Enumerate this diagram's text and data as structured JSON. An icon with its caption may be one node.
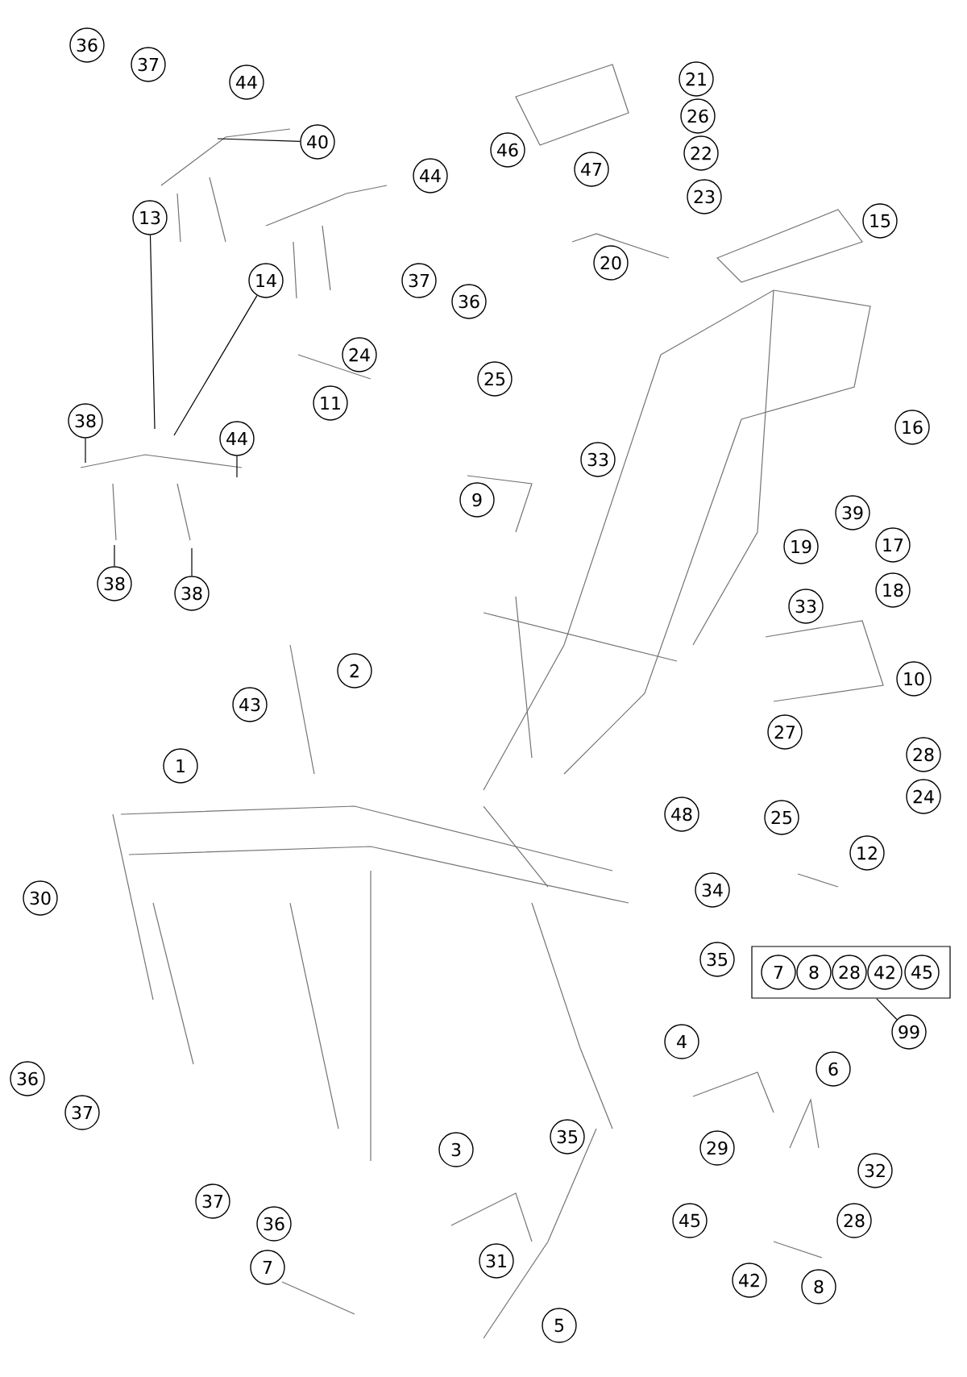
{
  "diagram": {
    "nodes": [
      {
        "text": [
          "36"
        ]
      },
      {
        "text": [
          "37"
        ]
      },
      {
        "text": [
          "44"
        ]
      },
      {
        "text": [
          "40"
        ]
      },
      {
        "text": [
          "13"
        ]
      },
      {
        "text": [
          "44"
        ]
      },
      {
        "text": [
          "14"
        ]
      },
      {
        "text": [
          "37"
        ]
      },
      {
        "text": [
          "36"
        ]
      },
      {
        "text": [
          "46"
        ]
      },
      {
        "text": [
          "47"
        ]
      },
      {
        "text": [
          "21"
        ]
      },
      {
        "text": [
          "26"
        ]
      },
      {
        "text": [
          "22"
        ]
      },
      {
        "text": [
          "23"
        ]
      },
      {
        "text": [
          "15"
        ]
      },
      {
        "text": [
          "20"
        ]
      },
      {
        "text": [
          "24"
        ]
      },
      {
        "text": [
          "25"
        ]
      },
      {
        "text": [
          "11"
        ]
      },
      {
        "text": [
          "38"
        ]
      },
      {
        "text": [
          "44"
        ]
      },
      {
        "text": [
          "33"
        ]
      },
      {
        "text": [
          "16"
        ]
      },
      {
        "text": [
          "9"
        ]
      },
      {
        "text": [
          "39"
        ]
      },
      {
        "text": [
          "38"
        ]
      },
      {
        "text": [
          "38"
        ]
      },
      {
        "text": [
          "19"
        ]
      },
      {
        "text": [
          "17"
        ]
      },
      {
        "text": [
          "18"
        ]
      },
      {
        "text": [
          "33"
        ]
      },
      {
        "text": [
          "2"
        ]
      },
      {
        "text": [
          "43"
        ]
      },
      {
        "text": [
          "10"
        ]
      },
      {
        "text": [
          "27"
        ]
      },
      {
        "text": [
          "1"
        ]
      },
      {
        "text": [
          "28"
        ]
      },
      {
        "text": [
          "24"
        ]
      },
      {
        "text": [
          "25"
        ]
      },
      {
        "text": [
          "48"
        ]
      },
      {
        "text": [
          "12"
        ]
      },
      {
        "text": [
          "30"
        ]
      },
      {
        "text": [
          "34"
        ]
      },
      {
        "text": [
          "35"
        ]
      },
      {
        "text": [],
        "shape": "box"
      },
      {
        "text": [
          "7"
        ],
        "in": 45
      },
      {
        "text": [
          "8"
        ],
        "in": 45
      },
      {
        "text": [
          "28"
        ],
        "in": 45
      },
      {
        "text": [
          "42"
        ],
        "in": 45
      },
      {
        "text": [
          "45"
        ],
        "in": 45
      },
      {
        "text": [
          "99"
        ]
      },
      {
        "text": [
          "36"
        ]
      },
      {
        "text": [
          "37"
        ]
      },
      {
        "text": [
          "4"
        ]
      },
      {
        "text": [
          "6"
        ]
      },
      {
        "text": [
          "3"
        ]
      },
      {
        "text": [
          "35"
        ]
      },
      {
        "text": [
          "29"
        ]
      },
      {
        "text": [
          "32"
        ]
      },
      {
        "text": [
          "37"
        ]
      },
      {
        "text": [
          "36"
        ]
      },
      {
        "text": [
          "45"
        ]
      },
      {
        "text": [
          "28"
        ]
      },
      {
        "text": [
          "31"
        ]
      },
      {
        "text": [
          "7"
        ]
      },
      {
        "text": [
          "42"
        ]
      },
      {
        "text": [
          "8"
        ]
      },
      {
        "text": [
          "5"
        ]
      }
    ],
    "edges": [
      {
        "from": 4,
        "to": null,
        "arrow": "none"
      },
      {
        "from": 6,
        "to": null,
        "arrow": "none"
      },
      {
        "from": 3,
        "to": null,
        "arrow": "none"
      },
      {
        "from": 20,
        "to": null,
        "arrow": "none"
      },
      {
        "from": 21,
        "to": null,
        "arrow": "none"
      },
      {
        "from": 26,
        "to": null,
        "arrow": "none"
      },
      {
        "from": 27,
        "to": null,
        "arrow": "none"
      },
      {
        "from": 51,
        "to": 45,
        "arrow": "none"
      }
    ]
  }
}
